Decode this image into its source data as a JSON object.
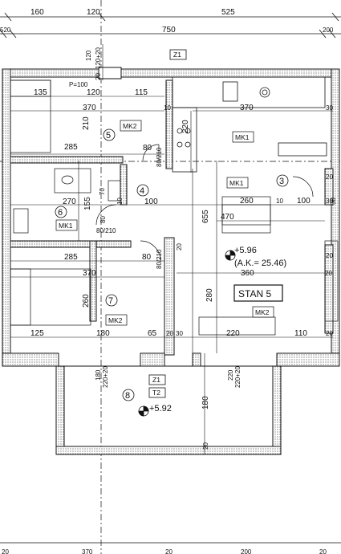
{
  "top_dims": [
    "160",
    "120",
    "525",
    "520",
    "750",
    "200"
  ],
  "unit_name": "STAN 5",
  "room_labels": {
    "mk2_bedroom": "MK2",
    "mk1_kitchen": "MK1",
    "mk1_living": "MK1",
    "mk1_bath": "MK1",
    "mk2_room7": "MK2",
    "mk2_living": "MK2",
    "z1_top": "Z1",
    "z1_balcony": "Z1",
    "t2_balcony": "T2"
  },
  "room_numbers": [
    "5",
    "4",
    "6",
    "3",
    "7",
    "8"
  ],
  "levels": {
    "living_level": "+5.96",
    "absolute_level": "(A.K.= 25.46)",
    "balcony_level": "+5.92"
  },
  "interior_dims": {
    "d135": "135",
    "d120a": "120",
    "d115": "115",
    "d370a": "370",
    "d210": "210",
    "d285a": "285",
    "d370b": "370",
    "d10a": "10",
    "d220": "220",
    "d30a": "30",
    "d80a": "80",
    "d8020": "80/210",
    "d270": "270",
    "d70": "70",
    "d155": "155",
    "d100a": "100",
    "d260a": "260",
    "d10b": "10",
    "d100b": "100",
    "d30b": "30",
    "d655": "655",
    "d470": "470",
    "d80b": "80",
    "d80210b": "80/210",
    "d285b": "285",
    "d370c": "370",
    "d80c": "80",
    "d80210c": "80/210",
    "d360": "360",
    "d20a": "20",
    "d260b": "260",
    "d280": "280",
    "d20b": "20",
    "d125": "125",
    "d180a": "180",
    "d65": "65",
    "d20c": "20",
    "d30c": "30",
    "d220b": "220",
    "d110": "110",
    "d20d": "20",
    "d180b": "180",
    "d22020a": "220+20",
    "d220c": "220",
    "d22020b": "220+20",
    "d180c": "180",
    "d20e": "20",
    "d120b": "120",
    "d12020": "120+20",
    "d20f": "20",
    "d10c": "10",
    "d30d": "30",
    "d20g": "20",
    "d20h": "20"
  },
  "small_labels": {
    "p100": "P=100"
  },
  "bottom_dims": [
    "20",
    "370",
    "20",
    "200",
    "20"
  ]
}
